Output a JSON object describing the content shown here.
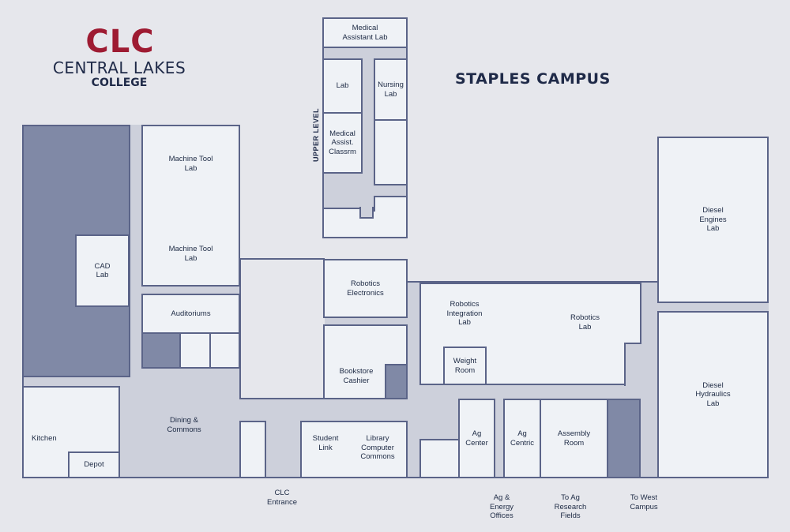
{
  "logo": {
    "abbr": "CLC",
    "name": "CENTRAL LAKES",
    "sub": "COLLEGE",
    "abbr_color": "#9e1b32",
    "text_color": "#1f2a48"
  },
  "title": "STAPLES CAMPUS",
  "upper_level_label": "UPPER LEVEL",
  "colors": {
    "background": "#e6e7ec",
    "corridor": "#cdd0db",
    "room": "#eff2f6",
    "room_border": "#5b6488",
    "restricted": "#8089a6"
  },
  "upper_level": {
    "rooms": [
      {
        "id": "medical-assistant-lab",
        "label": "Medical\nAssistant Lab"
      },
      {
        "id": "lab",
        "label": "Lab"
      },
      {
        "id": "nursing-lab",
        "label": "Nursing\nLab"
      },
      {
        "id": "medical-assist-classrm",
        "label": "Medical\nAssist.\nClassrm"
      }
    ]
  },
  "rooms": {
    "cad_lab": "CAD\nLab",
    "machine_tool_lab_1": "Machine Tool\nLab",
    "machine_tool_lab_2": "Machine Tool\nLab",
    "auditoriums": "Auditoriums",
    "kitchen": "Kitchen",
    "depot": "Depot",
    "robotics_electronics": "Robotics\nElectronics",
    "bookstore_cashier": "Bookstore\nCashier",
    "robotics_integration_lab": "Robotics\nIntegration\nLab",
    "robotics_lab": "Robotics\nLab",
    "weight_room": "Weight\nRoom",
    "student_link": "Student\nLink",
    "library_computer_commons": "Library\nComputer\nCommons",
    "ag_center": "Ag\nCenter",
    "ag_centric": "Ag\nCentric",
    "assembly_room": "Assembly\nRoom",
    "diesel_engines_lab": "Diesel\nEngines\nLab",
    "diesel_hydraulics_lab": "Diesel\nHydraulics\nLab"
  },
  "areas": {
    "dining_commons": "Dining &\nCommons"
  },
  "exits": {
    "clc_entrance": "CLC\nEntrance",
    "ag_energy_offices": "Ag &\nEnergy\nOffices",
    "to_ag_research_fields": "To Ag\nResearch\nFields",
    "to_west_campus": "To West\nCampus"
  }
}
